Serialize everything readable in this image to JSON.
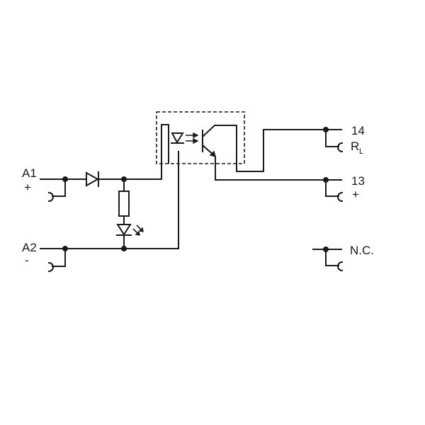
{
  "terminals": {
    "a1": {
      "label": "A1",
      "polarity": "+"
    },
    "a2": {
      "label": "A2",
      "polarity": "-"
    },
    "t14": {
      "label": "14",
      "load": "R",
      "load_sub": "L"
    },
    "t13": {
      "label": "13",
      "polarity": "+"
    },
    "nc": {
      "label": "N.C."
    }
  }
}
